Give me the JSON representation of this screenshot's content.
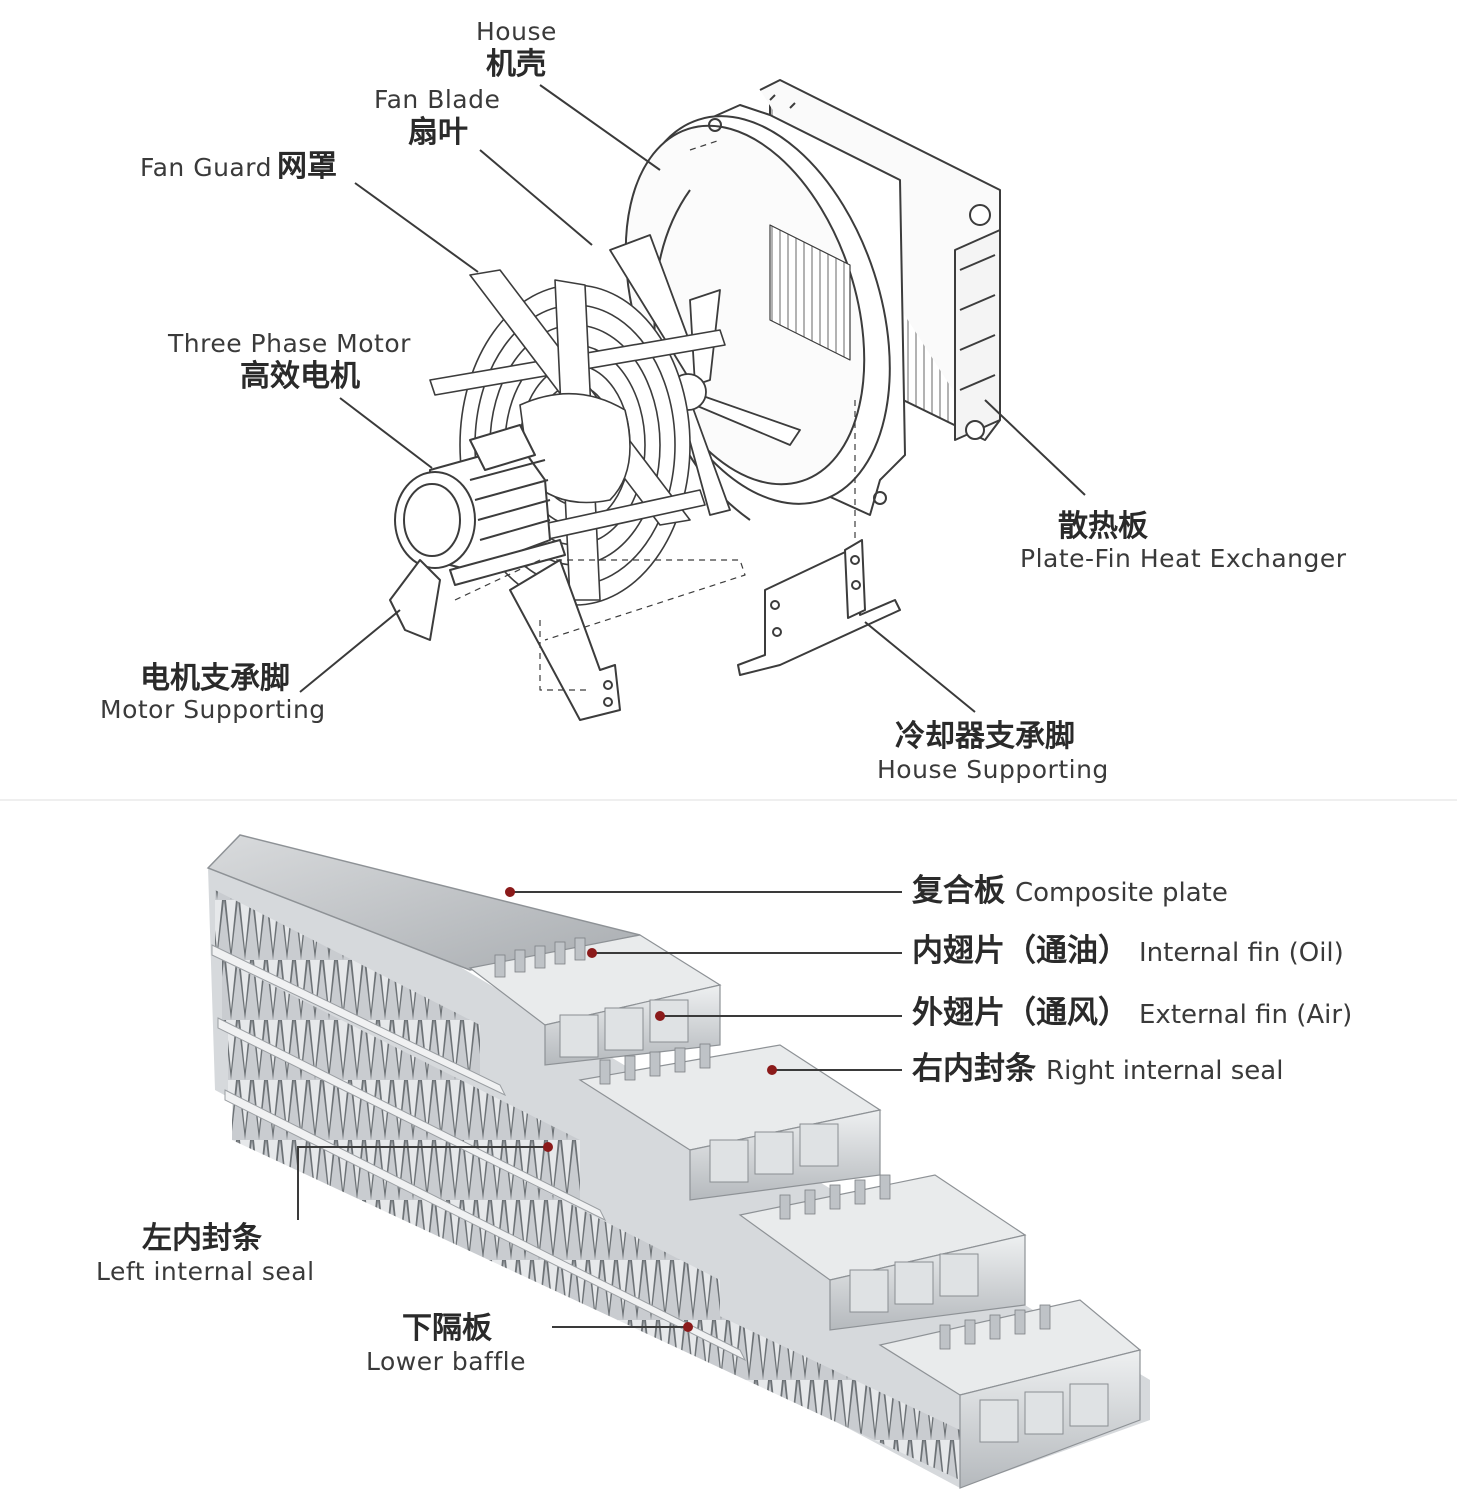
{
  "top_diagram": {
    "house": {
      "en": "House",
      "cn": "机壳"
    },
    "fan_blade": {
      "en": "Fan Blade",
      "cn": "扇叶"
    },
    "fan_guard": {
      "en": "Fan Guard",
      "cn": "网罩"
    },
    "motor": {
      "en": "Three Phase Motor",
      "cn": "高效电机"
    },
    "heat_exchanger": {
      "cn": "散热板",
      "en": "Plate-Fin Heat Exchanger"
    },
    "motor_support": {
      "cn": "电机支承脚",
      "en": "Motor Supporting"
    },
    "house_support": {
      "cn": "冷却器支承脚",
      "en": "House Supporting"
    }
  },
  "bottom_diagram": {
    "composite_plate": {
      "cn": "复合板",
      "en": "Composite plate"
    },
    "internal_fin": {
      "cn": "内翅片（通油）",
      "en": "Internal fin (Oil)"
    },
    "external_fin": {
      "cn": "外翅片（通风）",
      "en": "External fin (Air)"
    },
    "right_seal": {
      "cn": "右内封条",
      "en": "Right internal seal"
    },
    "left_seal": {
      "cn": "左内封条",
      "en": "Left internal seal"
    },
    "lower_baffle": {
      "cn": "下隔板",
      "en": "Lower baffle"
    }
  },
  "colors": {
    "line": "#444444",
    "dot": "#8b1a1a",
    "metal_light": "#e4e6e8",
    "metal_dark": "#8e9296"
  }
}
